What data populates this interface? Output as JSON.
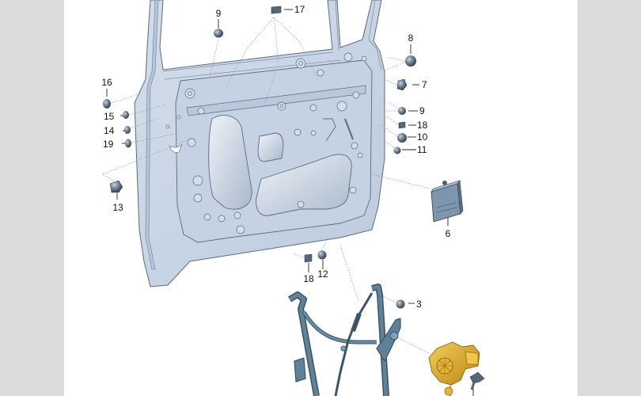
{
  "diagram": {
    "type": "exploded-parts-diagram",
    "subject": "front door shell with window regulator",
    "colors": {
      "background": "#ffffff",
      "side_panels": "#dcdcdc",
      "door_panel": "#c9d6e6",
      "door_outline": "#5a6b80",
      "regulator": "#4f6f86",
      "motor": "#d9a521",
      "fastener": "#55657a",
      "leader_line": "#9aa6b4"
    },
    "callouts": [
      {
        "id": "c9a",
        "label": "9",
        "part": "plug"
      },
      {
        "id": "c17",
        "label": "17",
        "part": "square-clip"
      },
      {
        "id": "c8",
        "label": "8",
        "part": "plug"
      },
      {
        "id": "c7",
        "label": "7",
        "part": "plug"
      },
      {
        "id": "c9b",
        "label": "9",
        "part": "plug"
      },
      {
        "id": "c18a",
        "label": "18",
        "part": "square-clip"
      },
      {
        "id": "c10",
        "label": "10",
        "part": "plug"
      },
      {
        "id": "c11",
        "label": "11",
        "part": "plug"
      },
      {
        "id": "c16",
        "label": "16",
        "part": "plug"
      },
      {
        "id": "c15",
        "label": "15",
        "part": "plug"
      },
      {
        "id": "c14",
        "label": "14",
        "part": "plug"
      },
      {
        "id": "c19",
        "label": "19",
        "part": "plug"
      },
      {
        "id": "c13",
        "label": "13",
        "part": "plug"
      },
      {
        "id": "c6",
        "label": "6",
        "part": "control-unit"
      },
      {
        "id": "c18b",
        "label": "18",
        "part": "square-clip"
      },
      {
        "id": "c12",
        "label": "12",
        "part": "plug"
      },
      {
        "id": "c3",
        "label": "3",
        "part": "nut"
      }
    ]
  }
}
